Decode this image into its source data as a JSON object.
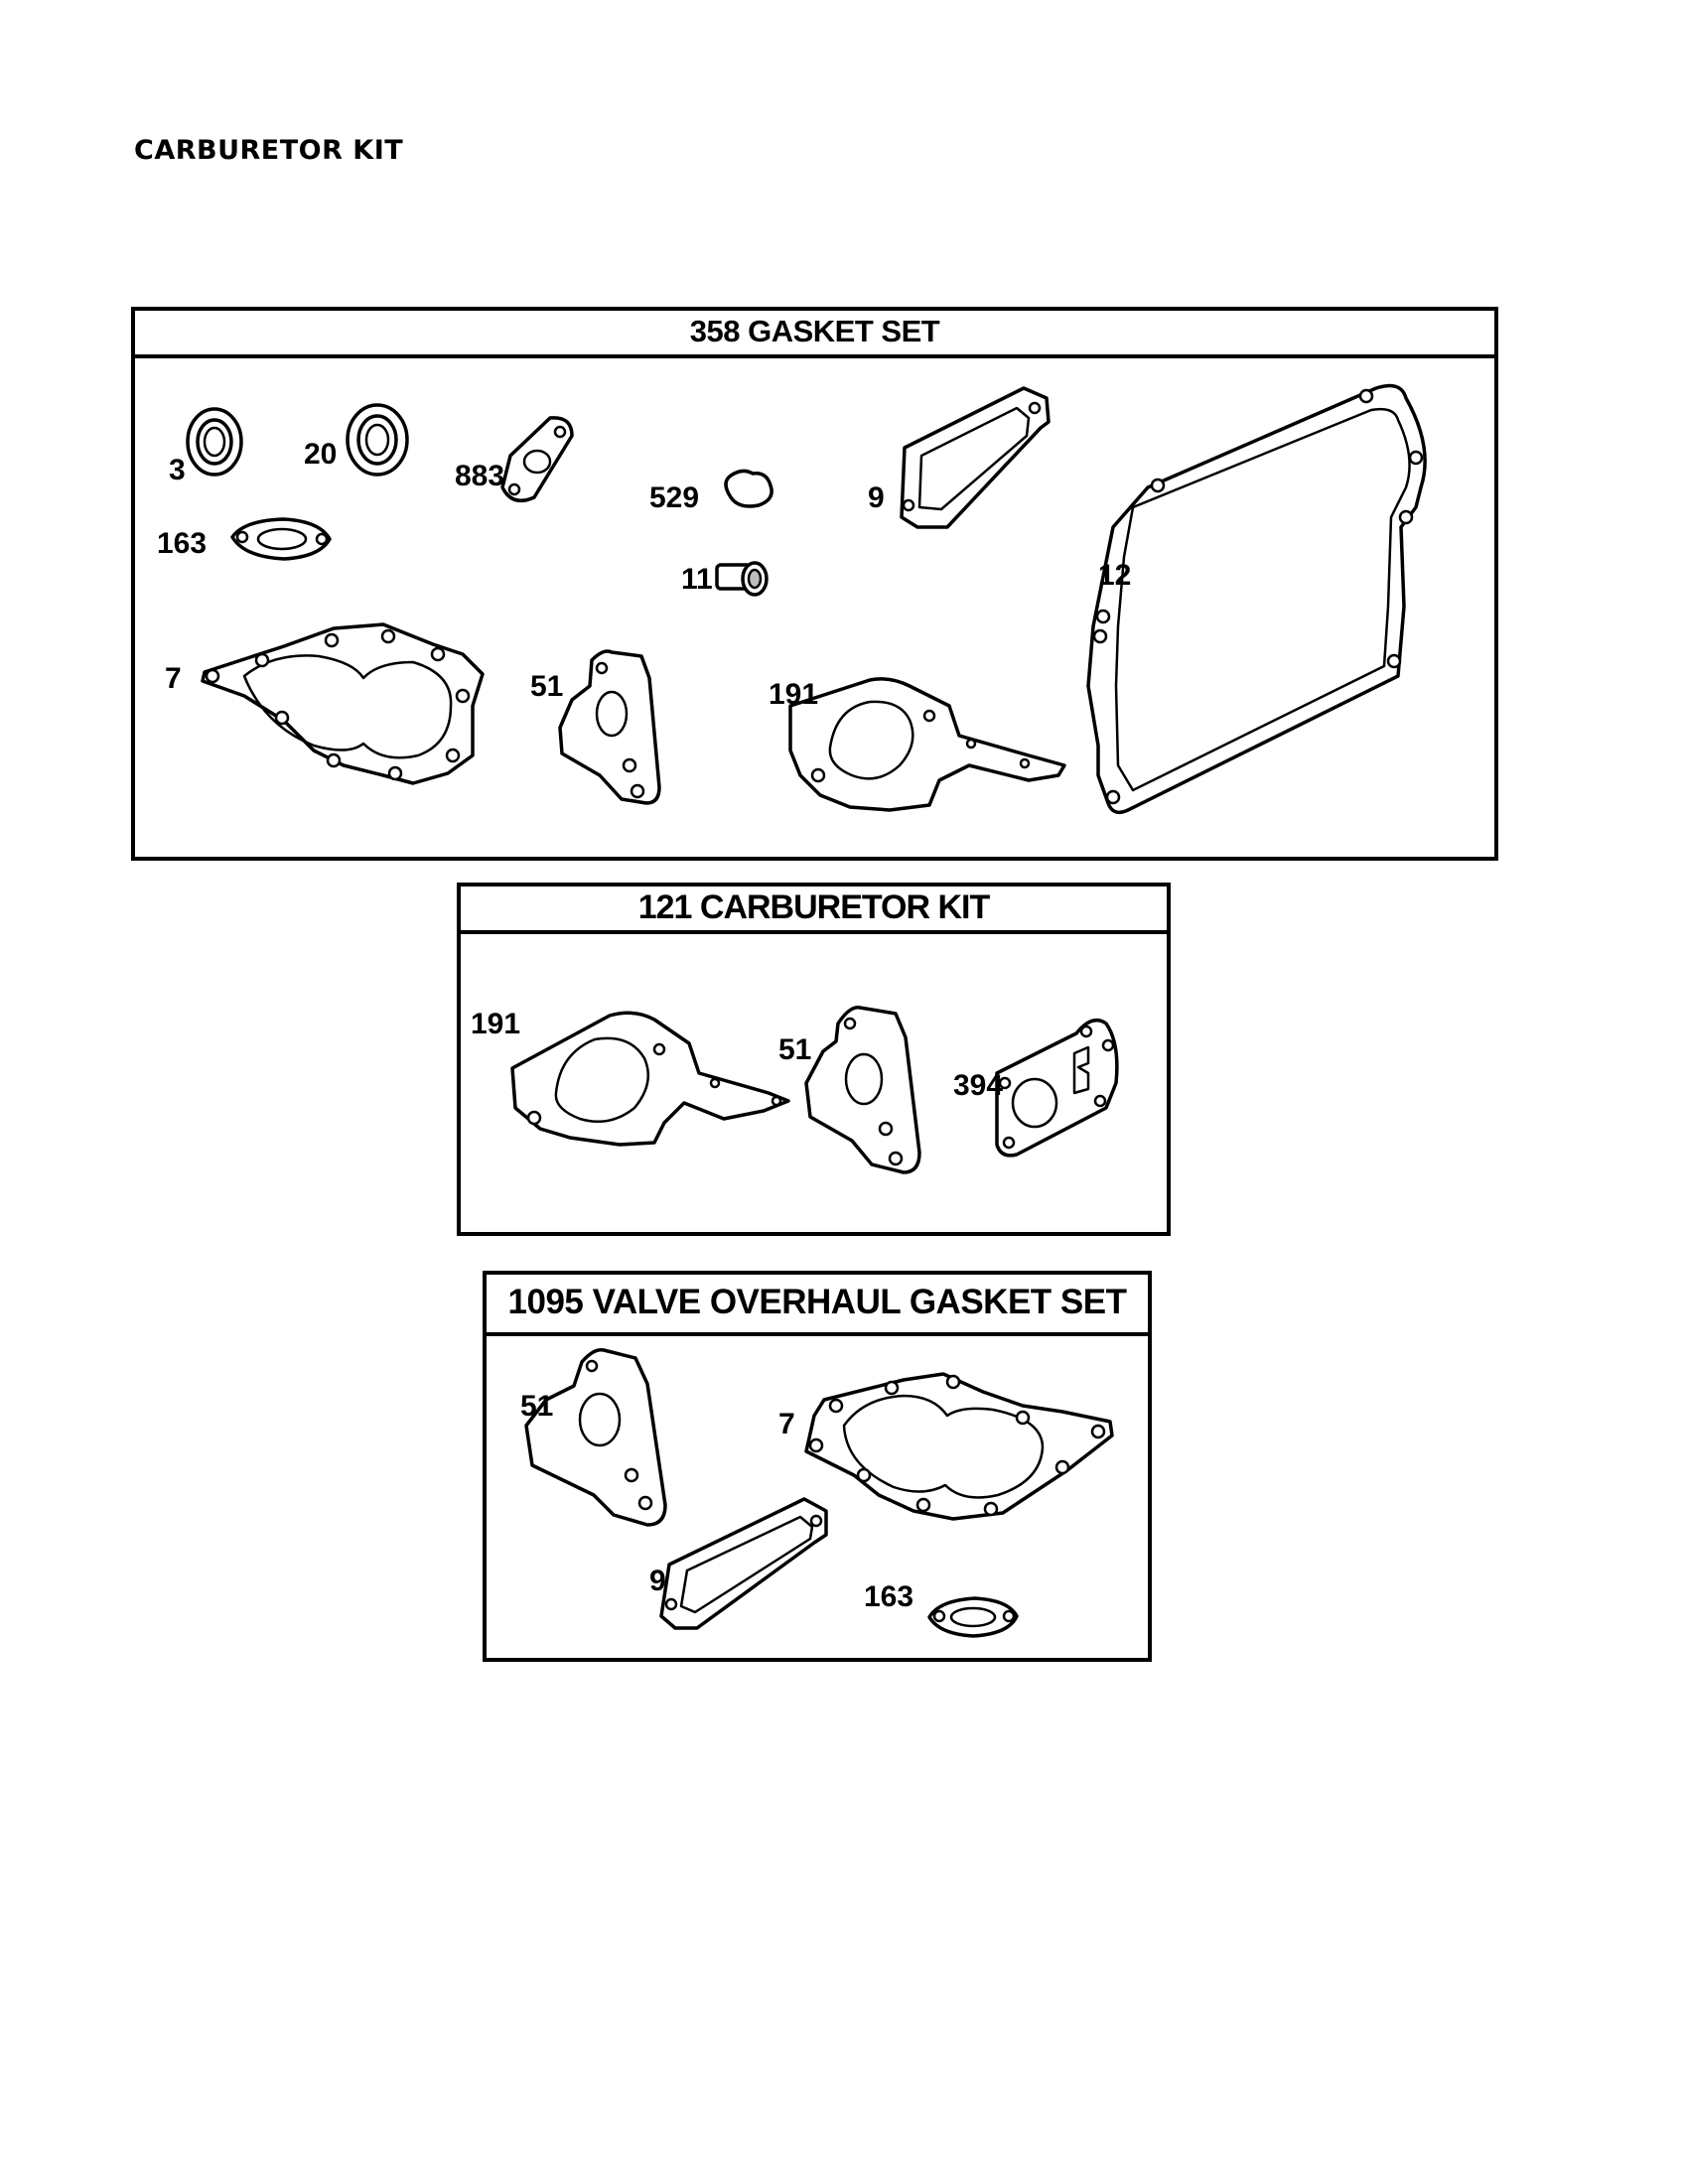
{
  "page_title": "CARBURETOR KIT",
  "panels": [
    {
      "title": "358 GASKET SET",
      "callouts": [
        "3",
        "20",
        "883",
        "529",
        "9",
        "163",
        "11",
        "12",
        "7",
        "51",
        "191"
      ]
    },
    {
      "title": "121 CARBURETOR KIT",
      "callouts": [
        "191",
        "51",
        "394"
      ]
    },
    {
      "title": "1095 VALVE OVERHAUL GASKET SET",
      "callouts": [
        "51",
        "7",
        "9",
        "163"
      ]
    }
  ]
}
